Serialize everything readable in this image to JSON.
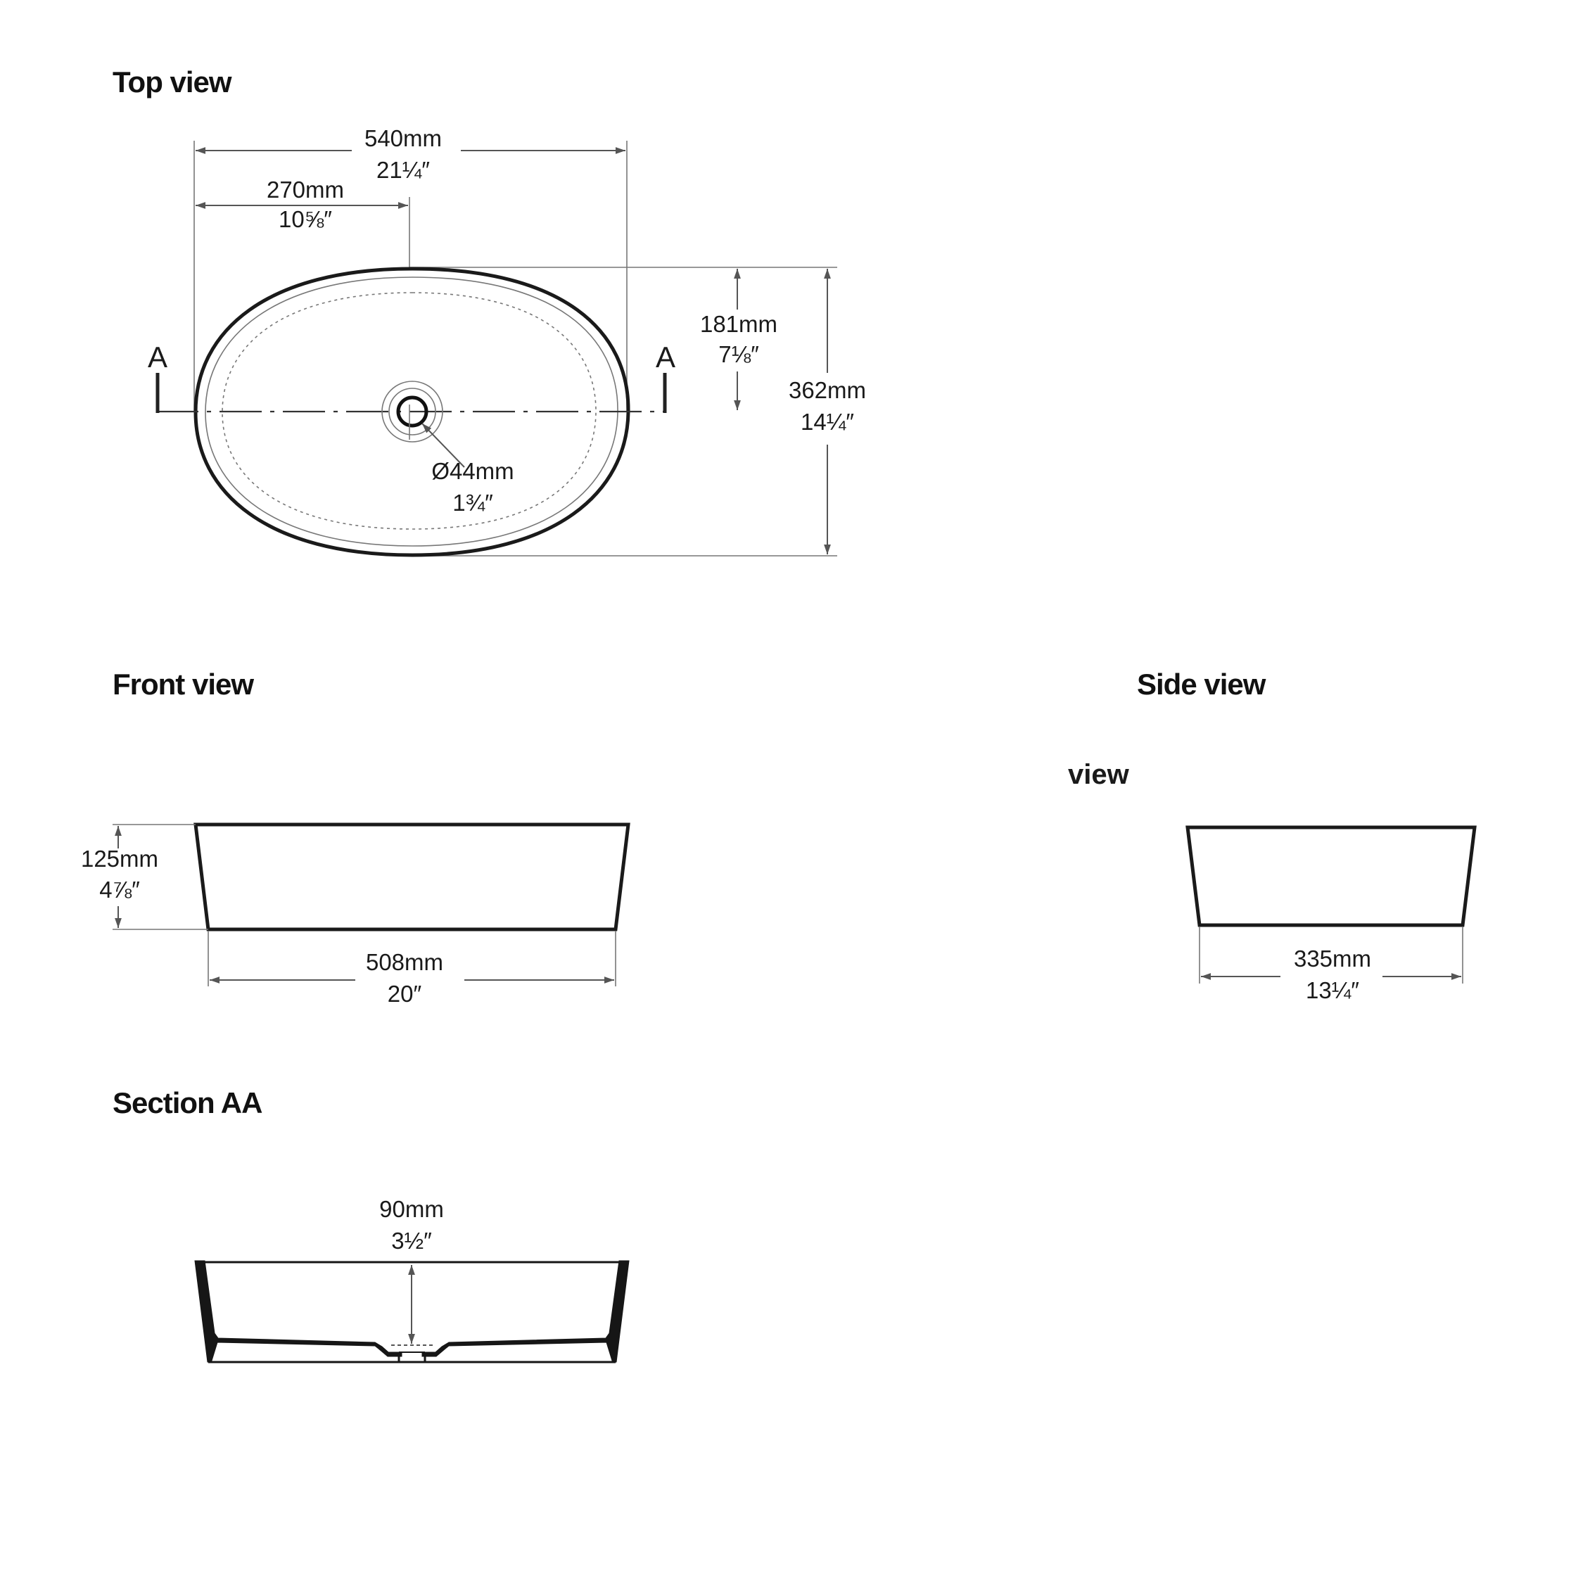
{
  "views": {
    "top": {
      "title": "Top view",
      "width": {
        "mm": "540mm",
        "in": "21¼″"
      },
      "half_width": {
        "mm": "270mm",
        "in": "10⅝″"
      },
      "half_depth": {
        "mm": "181mm",
        "in": "7⅛″"
      },
      "depth": {
        "mm": "362mm",
        "in": "14¼″"
      },
      "drain": {
        "mm": "Ø44mm",
        "in": "1¾″"
      },
      "section_marker": "A"
    },
    "front": {
      "title": "Front view",
      "height": {
        "mm": "125mm",
        "in": "4⅞″"
      },
      "base_width": {
        "mm": "508mm",
        "in": "20″"
      }
    },
    "side": {
      "title": "Side view",
      "stray_label": "view",
      "base_width": {
        "mm": "335mm",
        "in": "13¼″"
      }
    },
    "section": {
      "title": "Section AA",
      "bowl_depth": {
        "mm": "90mm",
        "in": "3½″"
      }
    }
  }
}
